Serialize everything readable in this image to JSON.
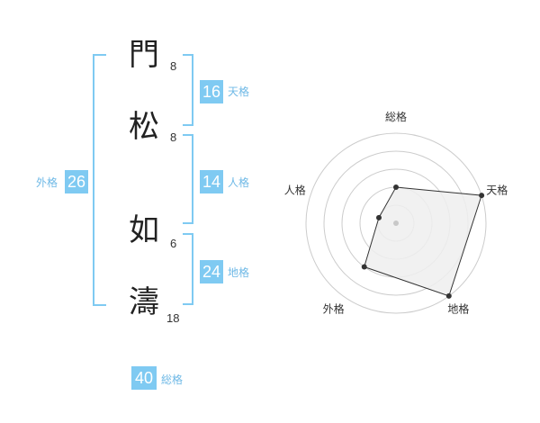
{
  "name": {
    "characters": [
      {
        "char": "門",
        "strokes": "8"
      },
      {
        "char": "松",
        "strokes": "8"
      },
      {
        "char": "如",
        "strokes": "6"
      },
      {
        "char": "濤",
        "strokes": "18"
      }
    ]
  },
  "fortunes": {
    "tenkaku": {
      "value": "16",
      "label": "天格"
    },
    "jinkaku": {
      "value": "14",
      "label": "人格"
    },
    "chikaku": {
      "value": "24",
      "label": "地格"
    },
    "gaikaku": {
      "value": "26",
      "label": "外格"
    },
    "soukaku": {
      "value": "40",
      "label": "総格"
    }
  },
  "colors": {
    "accent": "#7fcaf2",
    "accent_text": "#6fb9e6",
    "radar_fill": "#efefef",
    "radar_line": "#333333",
    "grid": "#cccccc"
  },
  "chart_data": {
    "type": "radar",
    "axes": [
      "総格",
      "天格",
      "地格",
      "外格",
      "人格"
    ],
    "values": [
      2,
      5,
      5,
      3,
      1
    ],
    "rmax": 5,
    "grid_rings": 5
  }
}
